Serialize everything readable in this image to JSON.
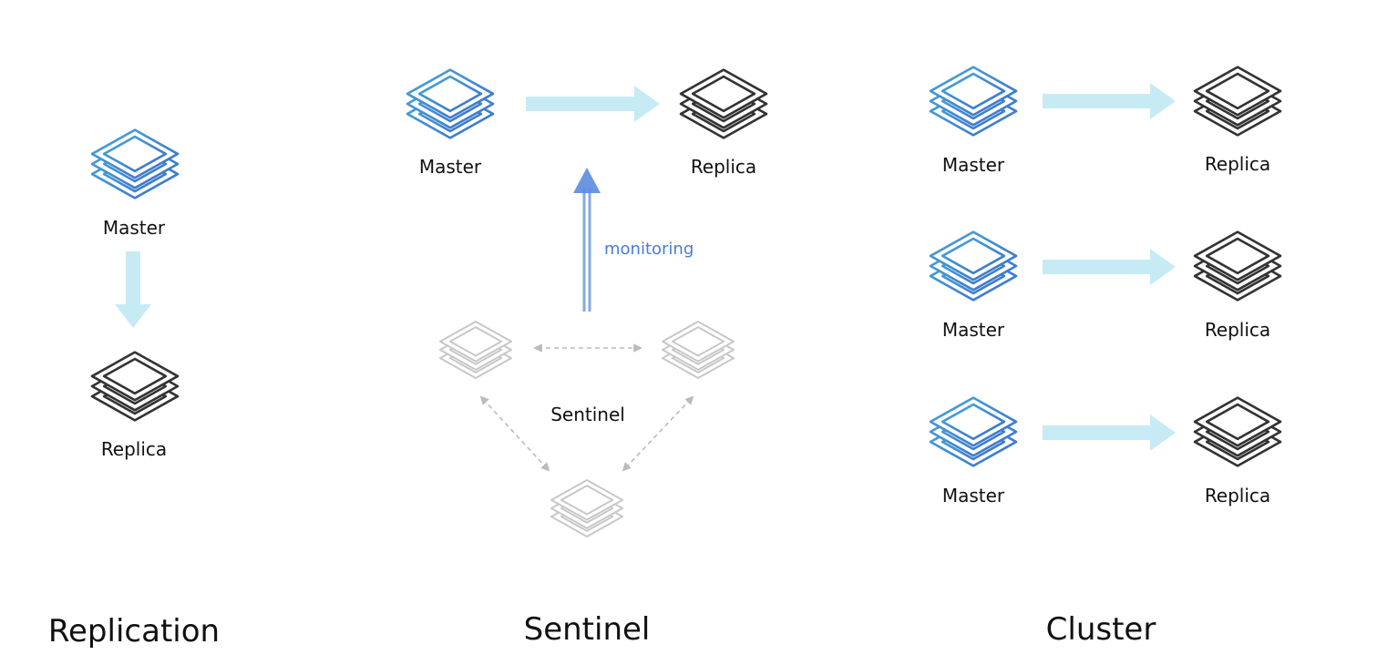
{
  "colors": {
    "master_gradient_start": "#48A7D8",
    "master_gradient_end": "#3C6FC8",
    "replica_stroke": "#333333",
    "sentinel_stroke": "#C8C8C8",
    "replication_arrow": "#BDE8F2",
    "monitoring_arrow": "#5B8BE0",
    "sentinel_link": "#BBBBBB"
  },
  "sections": {
    "replication": {
      "title": "Replication",
      "master_label": "Master",
      "replica_label": "Replica"
    },
    "sentinel": {
      "title": "Sentinel",
      "master_label": "Master",
      "replica_label": "Replica",
      "monitoring_label": "monitoring",
      "sentinel_group_label": "Sentinel"
    },
    "cluster": {
      "title": "Cluster",
      "pairs": [
        {
          "master_label": "Master",
          "replica_label": "Replica"
        },
        {
          "master_label": "Master",
          "replica_label": "Replica"
        },
        {
          "master_label": "Master",
          "replica_label": "Replica"
        }
      ]
    }
  },
  "icons": {
    "master": "stacked-layers-icon",
    "replica": "stacked-layers-icon",
    "sentinel": "stacked-layers-icon"
  }
}
